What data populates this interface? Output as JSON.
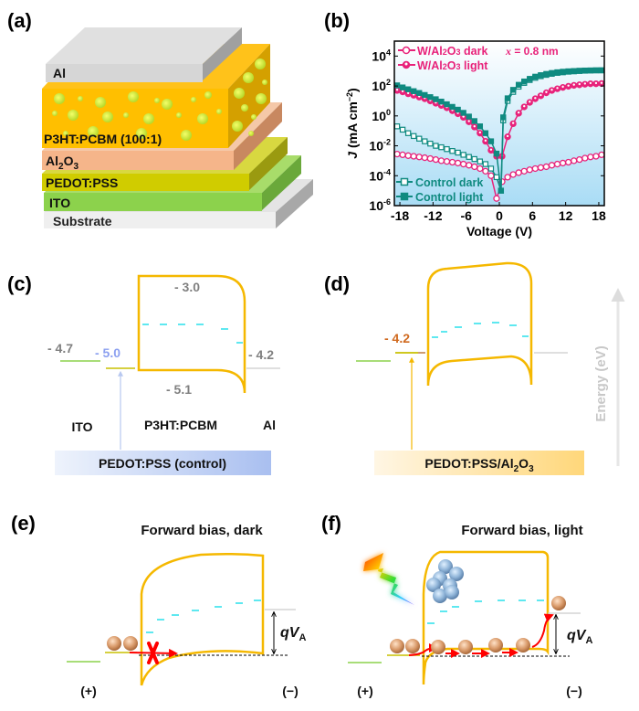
{
  "panels": {
    "a": {
      "label": "(a)",
      "layers": [
        "Al",
        "P3HT:PCBM (100:1)",
        "Al2O3",
        "PEDOT:PSS",
        "ITO",
        "Substrate"
      ]
    },
    "b": {
      "label": "(b)",
      "annotation_x": "x",
      "annotation_rest": " = 0.8 nm"
    },
    "c": {
      "label": "(c)",
      "lumo": "- 3.0",
      "homo": "- 5.1",
      "ito_wf": "- 4.7",
      "pedot_wf": "- 5.0",
      "al_wf": "- 4.2",
      "names": [
        "ITO",
        "P3HT:PCBM",
        "Al"
      ],
      "box_label": "PEDOT:PSS (control)"
    },
    "d": {
      "label": "(d)",
      "wf": "- 4.2",
      "box_label_main": "PEDOT:PSS/Al",
      "box_label_sub1": "2",
      "box_label_o": "O",
      "box_label_sub2": "3",
      "energy_axis": "Energy (eV)"
    },
    "e": {
      "label": "(e)",
      "title": "Forward bias, dark",
      "plus": "(+)",
      "minus": "(−)",
      "qv": "qV",
      "qv_sub": "A"
    },
    "f": {
      "label": "(f)",
      "title": "Forward bias, light",
      "plus": "(+)",
      "minus": "(−)",
      "qv": "qV",
      "qv_sub": "A"
    }
  },
  "colors": {
    "pink": "#e8227a",
    "teal": "#0f8a80",
    "gold": "#f5b800",
    "cyan": "#5ee8f0"
  },
  "chart_data": {
    "type": "scatter",
    "title": "",
    "xlabel": "Voltage (V)",
    "ylabel": "J (mA cm^-2)",
    "yscale": "log",
    "xlim": [
      -19,
      19
    ],
    "ylim": [
      1e-06,
      100000.0
    ],
    "xticks": [
      "-18",
      "-12",
      "-6",
      "0",
      "6",
      "12",
      "18"
    ],
    "xtick_values": [
      -18,
      -12,
      -6,
      0,
      6,
      12,
      18
    ],
    "yticks": [
      "10",
      "10",
      "10",
      "10",
      "10",
      "10"
    ],
    "ytick_exponents": [
      "-6",
      "-4",
      "-2",
      "0",
      "2",
      "4"
    ],
    "ytick_values": [
      1e-06,
      0.0001,
      0.01,
      1,
      100,
      10000
    ],
    "legend_placement": "top-left and bottom-left",
    "series": [
      {
        "name": "W/Al2O3 dark",
        "legend_main": "W/Al",
        "legend_sub": "2",
        "legend_o": "O",
        "legend_sub2": "3",
        "legend_tail": " dark",
        "marker": "open-circle",
        "color": "#e8227a",
        "x": [
          -18.5,
          -17.5,
          -16.5,
          -15.5,
          -14.5,
          -13.5,
          -12.5,
          -11.5,
          -10.5,
          -9.5,
          -8.5,
          -7.5,
          -6.5,
          -5.5,
          -4.5,
          -3.5,
          -2.5,
          -1.5,
          -0.5,
          0.5,
          1.5,
          2.5,
          3.5,
          4.5,
          5.5,
          6.5,
          7.5,
          8.5,
          9.5,
          10.5,
          11.5,
          12.5,
          13.5,
          14.5,
          15.5,
          16.5,
          17.5,
          18.5
        ],
        "y": [
          0.0028,
          0.0025,
          0.0022,
          0.002,
          0.0018,
          0.0016,
          0.0014,
          0.0012,
          0.001,
          0.0009,
          0.0008,
          0.0007,
          0.0006,
          0.0005,
          0.0004,
          0.0003,
          0.0002,
          0.0001,
          3e-06,
          4e-05,
          8e-05,
          0.00012,
          0.00016,
          0.0002,
          0.00025,
          0.0003,
          0.00035,
          0.0004,
          0.0005,
          0.0006,
          0.0007,
          0.0008,
          0.001,
          0.0012,
          0.0015,
          0.0018,
          0.002,
          0.0025
        ]
      },
      {
        "name": "W/Al2O3 light",
        "legend_main": "W/Al",
        "legend_sub": "2",
        "legend_o": "O",
        "legend_sub2": "3",
        "legend_tail": " light",
        "marker": "half-circle",
        "color": "#e8227a",
        "x": [
          -18.5,
          -17.5,
          -16.5,
          -15.5,
          -14.5,
          -13.5,
          -12.5,
          -11.5,
          -10.5,
          -9.5,
          -8.5,
          -7.5,
          -6.5,
          -5.5,
          -4.5,
          -3.5,
          -2.5,
          -1.5,
          -0.5,
          0.5,
          1.5,
          2.5,
          3.5,
          4.5,
          5.5,
          6.5,
          7.5,
          8.5,
          9.5,
          10.5,
          11.5,
          12.5,
          13.5,
          14.5,
          15.5,
          16.5,
          17.5,
          18.5
        ],
        "y": [
          50,
          40,
          30,
          24,
          18,
          14,
          10,
          7,
          5,
          3.5,
          2.2,
          1.4,
          0.8,
          0.4,
          0.18,
          0.07,
          0.02,
          0.005,
          0.002,
          0.002,
          0.04,
          0.3,
          1.5,
          4,
          8,
          14,
          22,
          35,
          50,
          65,
          80,
          95,
          110,
          120,
          130,
          140,
          140,
          145
        ]
      },
      {
        "name": "Control dark",
        "legend_main": "Control dark",
        "marker": "open-square",
        "color": "#0f8a80",
        "x": [
          -18.5,
          -17.5,
          -16.5,
          -15.5,
          -14.5,
          -13.5,
          -12.5,
          -11.5,
          -10.5,
          -9.5,
          -8.5,
          -7.5,
          -6.5,
          -5.5,
          -4.5,
          -3.5,
          -2.5,
          -1.5,
          -0.5,
          0.3,
          0.7,
          1.5,
          2.5,
          3.5,
          4.5,
          5.5,
          6.5,
          7.5,
          8.5,
          9.5,
          10.5,
          11.5,
          12.5,
          13.5,
          14.5,
          15.5,
          16.5,
          17.5,
          18.5
        ],
        "y": [
          0.2,
          0.12,
          0.07,
          0.045,
          0.03,
          0.02,
          0.014,
          0.01,
          0.008,
          0.006,
          0.0045,
          0.0035,
          0.0025,
          0.0018,
          0.0013,
          0.0009,
          0.0006,
          0.0003,
          8e-05,
          1e-05,
          0.5,
          10,
          40,
          90,
          160,
          250,
          350,
          450,
          550,
          650,
          750,
          820,
          900,
          950,
          1000,
          1050,
          1080,
          1100,
          1100
        ]
      },
      {
        "name": "Control light",
        "legend_main": "Control light",
        "marker": "filled-square",
        "color": "#0f8a80",
        "x": [
          -18.5,
          -17.5,
          -16.5,
          -15.5,
          -14.5,
          -13.5,
          -12.5,
          -11.5,
          -10.5,
          -9.5,
          -8.5,
          -7.5,
          -6.5,
          -5.5,
          -4.5,
          -3.5,
          -2.5,
          -1.5,
          -0.5,
          0.3,
          0.7,
          1.5,
          2.5,
          3.5,
          4.5,
          5.5,
          6.5,
          7.5,
          8.5,
          9.5,
          10.5,
          11.5,
          12.5,
          13.5,
          14.5,
          15.5,
          16.5,
          17.5,
          18.5
        ],
        "y": [
          110,
          80,
          60,
          45,
          34,
          25,
          18,
          13,
          9,
          6,
          4,
          2.6,
          1.6,
          0.9,
          0.45,
          0.2,
          0.07,
          0.02,
          0.003,
          1e-05,
          0.8,
          15,
          55,
          120,
          200,
          300,
          420,
          530,
          640,
          740,
          830,
          900,
          960,
          1000,
          1050,
          1080,
          1100,
          1120,
          1130
        ]
      }
    ]
  }
}
